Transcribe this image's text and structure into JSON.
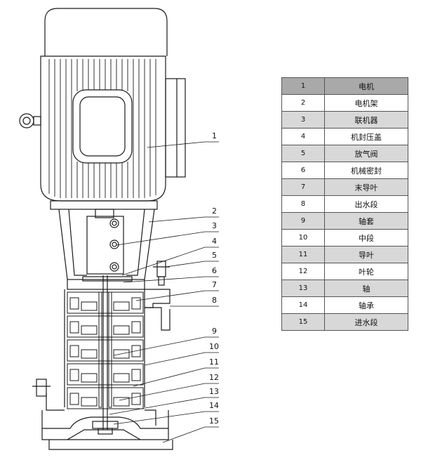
{
  "callout_numbers": [
    "1",
    "2",
    "3",
    "4",
    "5",
    "6",
    "7",
    "8",
    "9",
    "10",
    "11",
    "12",
    "13",
    "14",
    "15"
  ],
  "parts": [
    {
      "num": "1",
      "name": "电机"
    },
    {
      "num": "2",
      "name": "电机架"
    },
    {
      "num": "3",
      "name": "联机器"
    },
    {
      "num": "4",
      "name": "机封压盖"
    },
    {
      "num": "5",
      "name": "放气阀"
    },
    {
      "num": "6",
      "name": "机械密封"
    },
    {
      "num": "7",
      "name": "末导叶"
    },
    {
      "num": "8",
      "name": "出水段"
    },
    {
      "num": "9",
      "name": "轴套"
    },
    {
      "num": "10",
      "name": "中段"
    },
    {
      "num": "11",
      "name": "导叶"
    },
    {
      "num": "12",
      "name": "叶轮"
    },
    {
      "num": "13",
      "name": "轴"
    },
    {
      "num": "14",
      "name": "轴承"
    },
    {
      "num": "15",
      "name": "进水段"
    }
  ],
  "colors": {
    "line": "#1a1a1a",
    "row_header": "#a9a9a9",
    "row_shade": "#d8d8d8",
    "row_plain": "#ffffff"
  }
}
